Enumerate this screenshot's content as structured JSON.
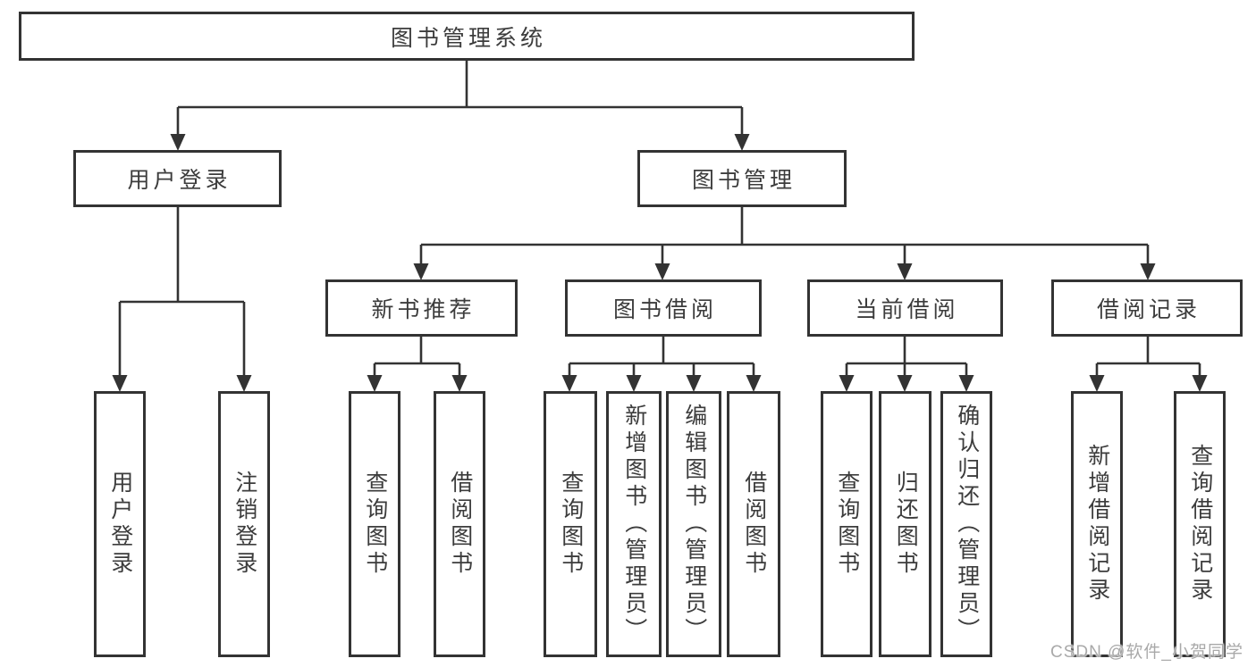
{
  "nodes": {
    "root": "图书管理系统",
    "user_login": "用户登录",
    "book_mgmt": "图书管理",
    "new_book": "新书推荐",
    "book_borrow": "图书借阅",
    "current_borrow": "当前借阅",
    "borrow_record": "借阅记录"
  },
  "leaves": {
    "user_login": [
      "用户登录",
      "注销登录"
    ],
    "new_book": [
      "查询图书",
      "借阅图书"
    ],
    "book_borrow": [
      "查询图书",
      "新增图书（管理员）",
      "编辑图书（管理员）",
      "借阅图书"
    ],
    "current_borrow": [
      "查询图书",
      "归还图书",
      "确认归还（管理员）"
    ],
    "borrow_record": [
      "新增借阅记录",
      "查询借阅记录"
    ]
  },
  "watermark": "CSDN @软件_小贺同学",
  "colors": {
    "line": "#333333",
    "text": "#3c3c3c",
    "watermark": "#a9a9a9",
    "background": "#ffffff"
  }
}
